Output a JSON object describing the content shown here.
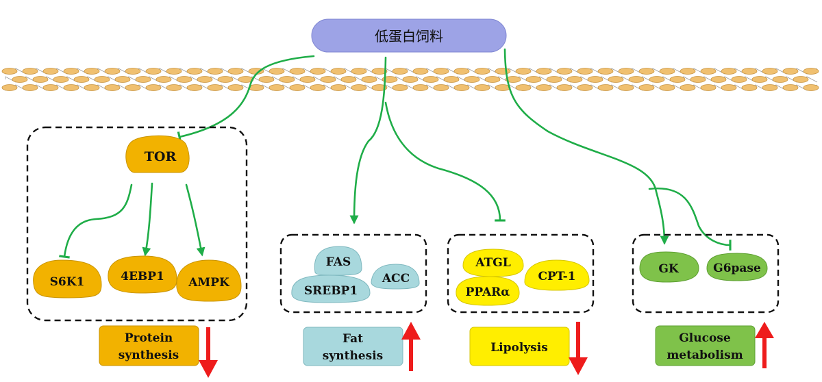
{
  "colors": {
    "header": "#9da3e6",
    "orange": "#f2b200",
    "light_blue": "#a8d8dd",
    "yellow": "#ffee00",
    "green": "#7fc24a",
    "arrow_green": "#1fad48",
    "down_red": "#ee1c1c",
    "membrane_bead": "#f0c070"
  },
  "header": {
    "label": "低蛋白饲料"
  },
  "groups": {
    "tor": {
      "top": "TOR",
      "items": [
        "S6K1",
        "4EBP1",
        "AMPK"
      ],
      "result": [
        "Protein",
        "synthesis"
      ],
      "trend": "down"
    },
    "fat": {
      "items": [
        "FAS",
        "SREBP1",
        "ACC"
      ],
      "result": [
        "Fat",
        "synthesis"
      ],
      "trend": "up"
    },
    "lipo": {
      "items": [
        "ATGL",
        "PPARα",
        "CPT-1"
      ],
      "result": [
        "Lipolysis"
      ],
      "trend": "down"
    },
    "glu": {
      "items": [
        "GK",
        "G6pase"
      ],
      "result": [
        "Glucose",
        "metabolism"
      ],
      "trend": "up"
    }
  }
}
